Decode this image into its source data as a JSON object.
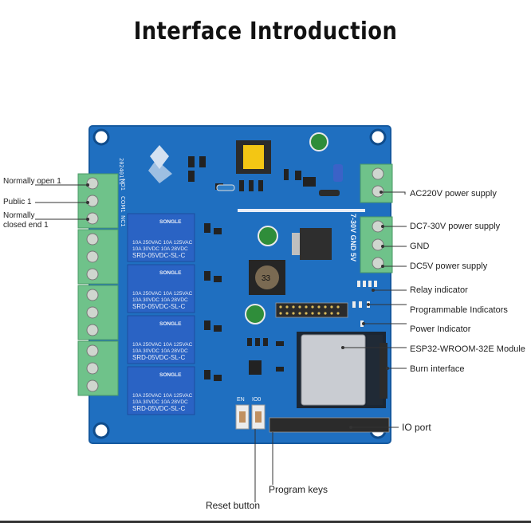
{
  "title": "Interface Introduction",
  "labels": {
    "normally_open_1": "Normally open 1",
    "public_1": "Public 1",
    "normally_closed_1": "Normally closed end 1",
    "ac220v": "AC220V power supply",
    "dc7_30v": "DC7-30V power supply",
    "gnd": "GND",
    "dc5v": "DC5V power supply",
    "relay_indicator": "Relay indicator",
    "programmable_indicators": "Programmable Indicators",
    "power_indicator": "Power Indicator",
    "esp32_module": "ESP32-WROOM-32E Module",
    "burn_interface": "Burn interface",
    "io_port": "IO port",
    "program_keys": "Program keys",
    "reset_button": "Reset button"
  },
  "board": {
    "date_code": "20240111",
    "power_silk": "7-30V GND 5V",
    "button_en": "EN",
    "button_io0": "IO0",
    "relay_brand": "SONGLE",
    "relay_spec_1": "10A 250VAC  10A 125VAC",
    "relay_spec_2": "10A 30VDC  10A 28VDC",
    "relay_model": "SRD-05VDC-SL-C",
    "inductor_value": "33",
    "terminal_silk": [
      "NO1",
      "COM1",
      "NC1"
    ]
  },
  "colors": {
    "pcb": "#1f6fc0",
    "pcb_dark": "#17579b",
    "terminal": "#6fc28a",
    "relay": "#2a63c4",
    "module": "#c9ccd2"
  }
}
